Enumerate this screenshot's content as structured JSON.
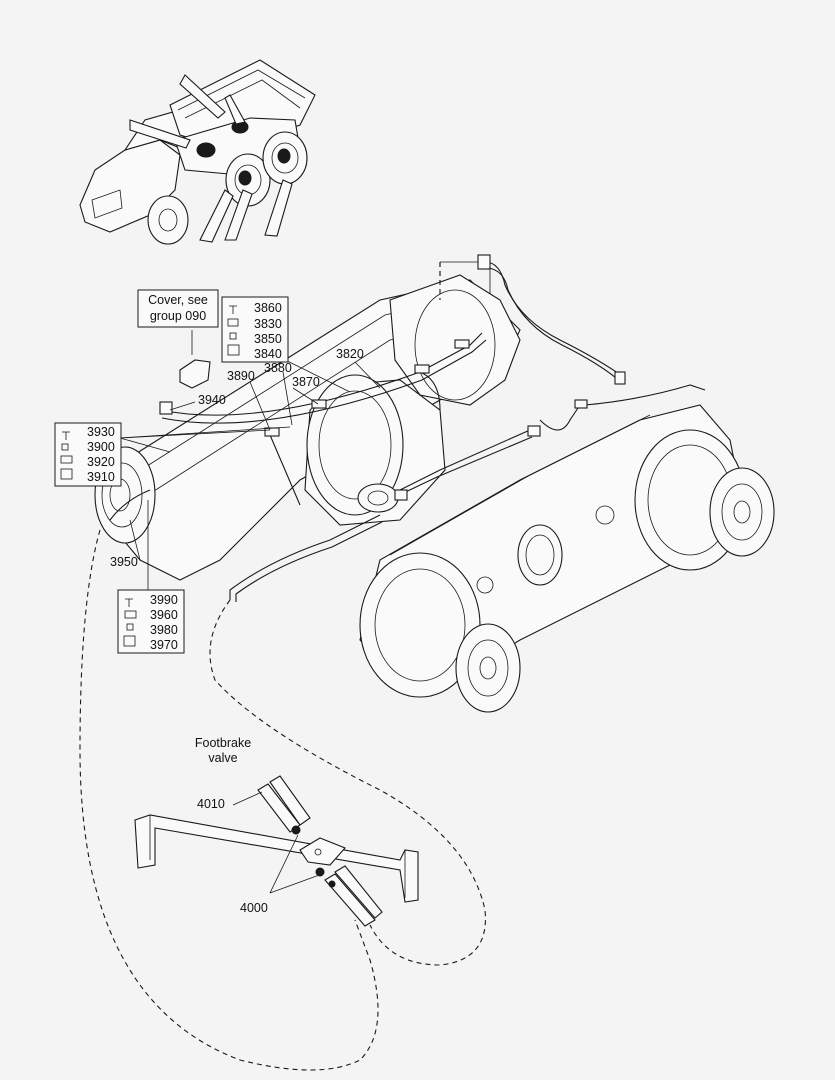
{
  "colors": {
    "background": "#f4f4f4",
    "line": "#1a1a1a"
  },
  "note": {
    "line1": "Cover, see",
    "line2": "group 090"
  },
  "footbrake": {
    "line1": "Footbrake",
    "line2": "valve"
  },
  "parts": {
    "p3860": "3860",
    "p3830": "3830",
    "p3850": "3850",
    "p3840": "3840",
    "p3820": "3820",
    "p3890": "3890",
    "p3880": "3880",
    "p3870": "3870",
    "p3940": "3940",
    "p3930": "3930",
    "p3900": "3900",
    "p3920": "3920",
    "p3910": "3910",
    "p3950": "3950",
    "p3990": "3990",
    "p3960": "3960",
    "p3980": "3980",
    "p3970": "3970",
    "p4010": "4010",
    "p4000": "4000"
  }
}
